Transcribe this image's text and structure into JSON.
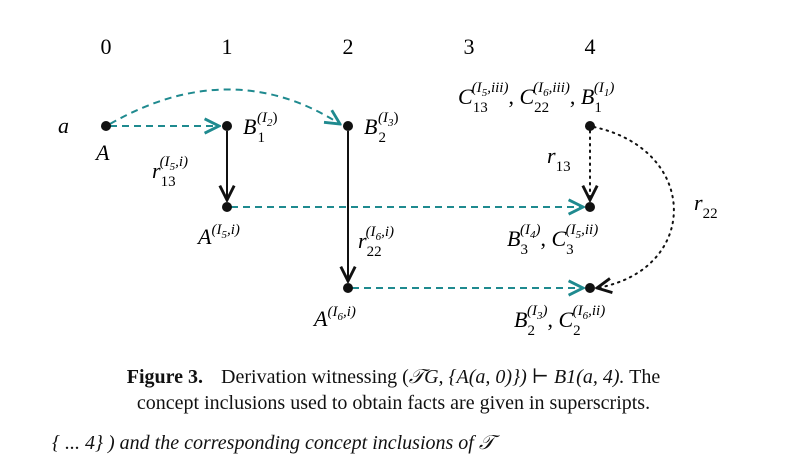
{
  "figure": {
    "columns": [
      "0",
      "1",
      "2",
      "3",
      "4"
    ],
    "nodes": {
      "a_node": {
        "label": "a",
        "under": "A"
      },
      "b1_node": {
        "label_base": "B",
        "label_sub": "1",
        "label_sup": "(I",
        "label_sup_sub": "2",
        "label_sup_end": ")"
      },
      "b2_node": {
        "label_base": "B",
        "label_sub": "2",
        "label_sup": "(I",
        "label_sup_sub": "3",
        "label_sup_end": ")"
      },
      "a5_node": {
        "label": "A",
        "sup": "(I",
        "sup_sub": "5",
        "sup_end": ",i)"
      },
      "a6_node": {
        "label": "A",
        "sup": "(I",
        "sup_sub": "6",
        "sup_end": ",i)"
      },
      "top4_node": {
        "label": "C13^(I5,iii), C22^(I6,iii), B1^(I1)"
      },
      "mid4_node": {
        "label": "B3^(I4), C3^(I5,ii)"
      },
      "bot4_node": {
        "label": "B2^(I3), C2^(I6,ii)"
      }
    },
    "edges": {
      "r13_down": "r13^(I5,i)",
      "r22_down": "r22^(I6,i)",
      "r13_dotted": "r13",
      "r22_dotted": "r22"
    },
    "colors": {
      "dashed": "#1f8a8f",
      "solid": "#111111"
    }
  },
  "caption": {
    "label": "Figure 3.",
    "line1_prefix": "Derivation witnessing (",
    "line1_math": "𝒯G, {A(a, 0)}) ⊢ B1(a, 4).",
    "line1_suffix": " The",
    "line2": "concept inclusions used to obtain facts are given in superscripts."
  },
  "stub": "{ ... 4} ) and the corresponding concept inclusions of 𝒯"
}
